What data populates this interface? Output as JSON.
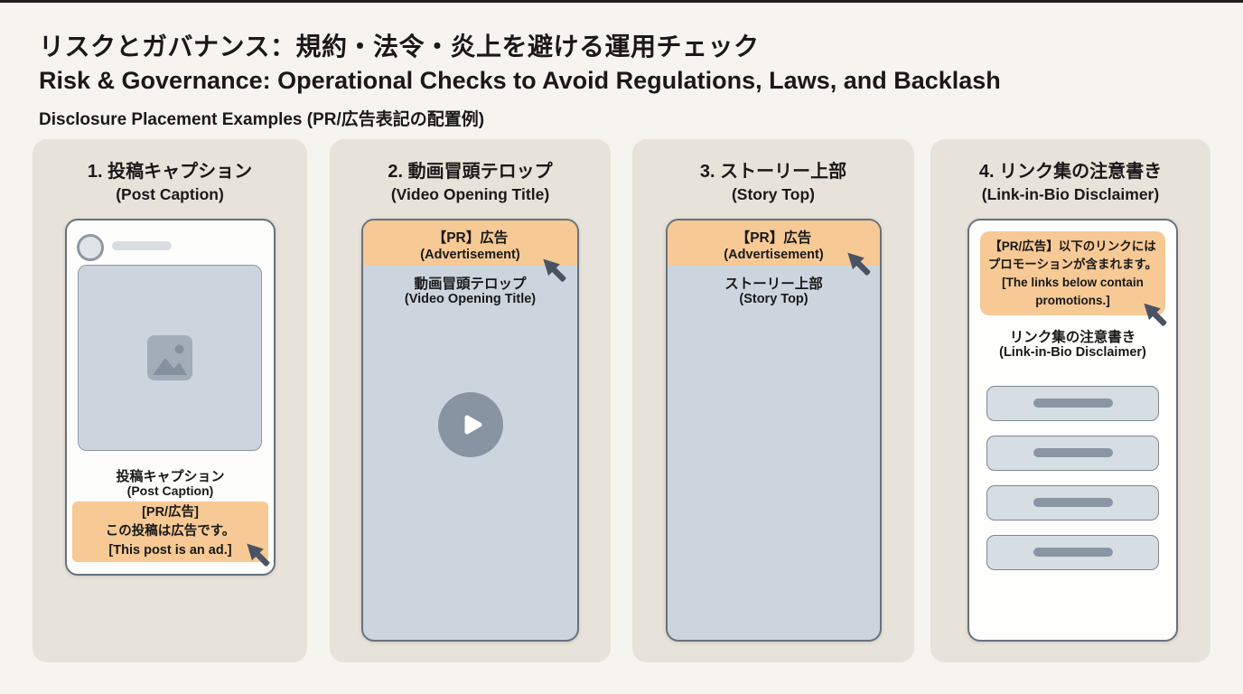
{
  "header": {
    "title_ja": "リスクとガバナンス：規約・法令・炎上を避ける運用チェック",
    "title_en": "Risk & Governance: Operational Checks to Avoid Regulations, Laws, and Backlash",
    "subtitle": "Disclosure Placement Examples (PR/広告表記の配置例)"
  },
  "panels": [
    {
      "title": "1. 投稿キャプション",
      "subtitle": "(Post Caption)",
      "caption_label_ja": "投稿キャプション",
      "caption_label_en": "(Post Caption)",
      "disclosure": {
        "line1": "[PR/広告]",
        "line2": "この投稿は広告です。",
        "line3": "[This post is an ad.]"
      }
    },
    {
      "title": "2. 動画冒頭テロップ",
      "subtitle": "(Video Opening Title)",
      "banner_ja": "【PR】広告",
      "banner_en": "(Advertisement)",
      "label_ja": "動画冒頭テロップ",
      "label_en": "(Video Opening Title)"
    },
    {
      "title": "3. ストーリー上部",
      "subtitle": "(Story Top)",
      "banner_ja": "【PR】広告",
      "banner_en": "(Advertisement)",
      "label_ja": "ストーリー上部",
      "label_en": "(Story Top)"
    },
    {
      "title": "4. リンク集の注意書き",
      "subtitle": "(Link-in-Bio Disclaimer)",
      "disclaimer": {
        "line1": "【PR/広告】以下のリンクには",
        "line2": "プロモーションが含まれます。",
        "line3": "[The links below contain",
        "line4": "promotions.]"
      },
      "label_ja": "リンク集の注意書き",
      "label_en": "(Link-in-Bio Disclaimer)",
      "link_count": 4
    }
  ],
  "icons": {
    "cursor_icon": "↖",
    "play_icon": "▶",
    "image_icon": "🖼"
  },
  "colors": {
    "page_bg": "#f6f4ee",
    "card_bg": "#e8e3da",
    "highlight_orange": "#f6c995",
    "phone_screen_blue": "#ccd5de",
    "phone_border": "#68727e",
    "cursor": "#495363",
    "text": "#191919"
  }
}
